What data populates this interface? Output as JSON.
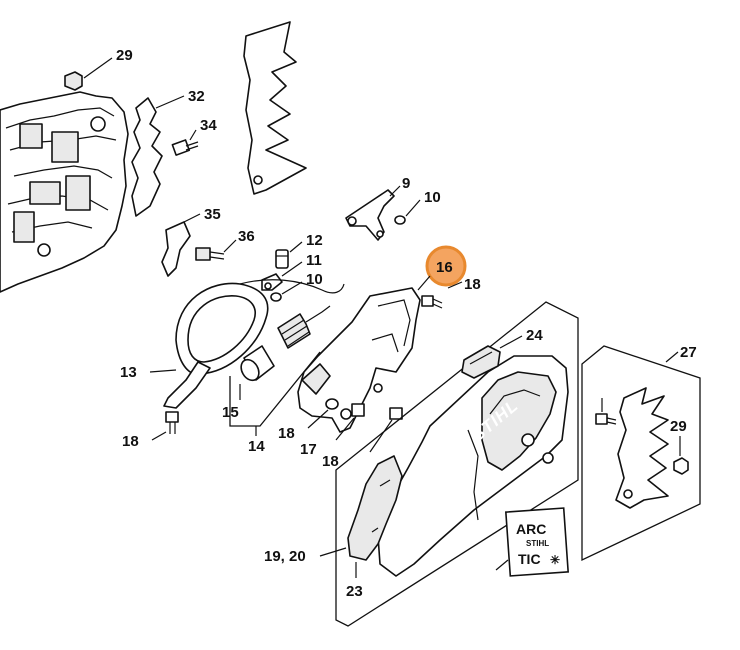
{
  "callouts": {
    "c29a": "29",
    "c32": "32",
    "c34": "34",
    "c35": "35",
    "c36": "36",
    "c9": "9",
    "c10a": "10",
    "c12": "12",
    "c11": "11",
    "c10b": "10",
    "c16": "16",
    "c18a": "18",
    "c13": "13",
    "c15": "15",
    "c14": "14",
    "c18b": "18",
    "c17": "17",
    "c18c": "18",
    "c18d": "18",
    "c24": "24",
    "c27": "27",
    "c29b": "29",
    "c1920": "19, 20",
    "c23": "23"
  },
  "highlight": {
    "part": "16",
    "color": "#f4a460",
    "ring": "#e8892e"
  },
  "labels": {
    "brand": "STIHL",
    "arctic_line1": "ARC",
    "arctic_line2": "STIHL",
    "arctic_line3": "TIC"
  }
}
